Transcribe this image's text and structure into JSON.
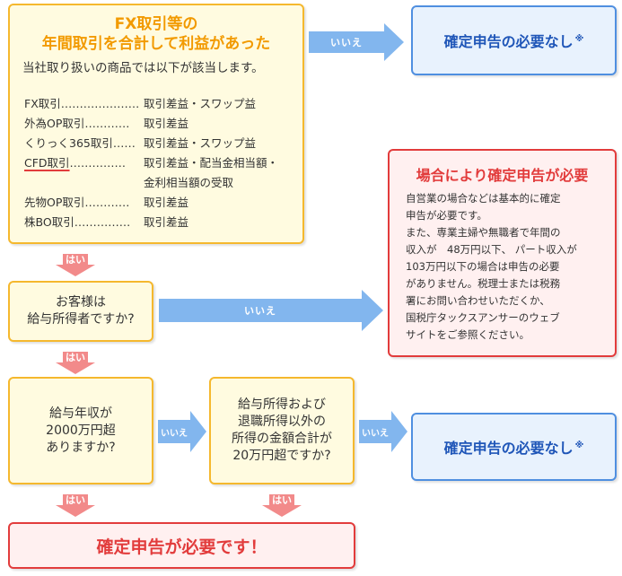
{
  "top_box": {
    "title_line1": "FX取引等の",
    "title_line2": "年間取引を合計して利益があった",
    "subtitle": "当社取り扱いの商品では以下が該当します。",
    "items": [
      {
        "name": "FX取引",
        "dots": "…………………",
        "value": "取引差益・スワップ益"
      },
      {
        "name": "外為OP取引",
        "dots": "…………",
        "value": "取引差益"
      },
      {
        "name": "くりっく365取引",
        "dots": "……",
        "value": "取引差益・スワップ益"
      },
      {
        "name": "CFD取引",
        "dots": "……………",
        "value": "取引差益・配当金相当額・",
        "value2": "金利相当額の受取"
      },
      {
        "name": "先物OP取引",
        "dots": "…………",
        "value": "取引差益"
      },
      {
        "name": "株BO取引",
        "dots": "……………",
        "value": "取引差益"
      }
    ]
  },
  "labels": {
    "no": "いいえ",
    "yes": "はい"
  },
  "result_top": {
    "text": "確定申告の必要なし",
    "mark": "※"
  },
  "result_bottom_right": {
    "text": "確定申告の必要なし",
    "mark": "※"
  },
  "q_salary": {
    "line1": "お客様は",
    "line2": "給与所得者ですか?"
  },
  "q_income": {
    "line1": "給与年収が",
    "line2": "2000万円超",
    "line3": "ありますか?"
  },
  "q_other": {
    "line1": "給与所得および",
    "line2": "退職所得以外の",
    "line3": "所得の金額合計が",
    "line4": "20万円超ですか?"
  },
  "case_box": {
    "title": "場合により確定申告が必要",
    "lines": [
      "自営業の場合などは基本的に確定",
      "申告が必要です。",
      "また、専業主婦や無職者で年間の",
      "収入が　48万円以下、 パート収入が",
      "103万円以下の場合は申告の必要",
      "がありません。税理士または税務",
      "署にお問い合わせいただくか、",
      "国税庁タックスアンサーのウェブ",
      "サイトをご参照ください。"
    ]
  },
  "final_box": {
    "text": "確定申告が必要です！"
  },
  "colors": {
    "yellow_border": "#f5b82e",
    "blue_border": "#4f8fe0",
    "red_border": "#e23c3c",
    "arrow_blue": "#82b6ee",
    "arrow_pink": "#f28a8a",
    "title_orange": "#f29a00"
  }
}
